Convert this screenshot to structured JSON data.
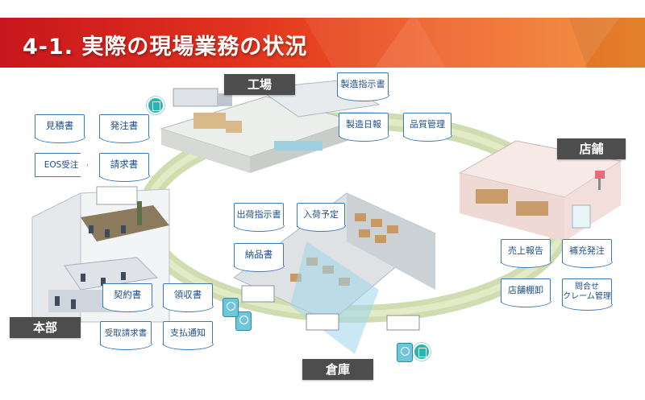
{
  "title": "4-1. 実際の現場業務の状況",
  "locations": {
    "factory": "工場",
    "store": "店舗",
    "headquarters": "本部",
    "warehouse": "倉庫"
  },
  "documents": {
    "estimate": "見積書",
    "purchase_order": "発注書",
    "eos_order": "EOS受注",
    "invoice": "請求書",
    "contract": "契約書",
    "receipt": "領収書",
    "received_invoice": "受取請求書",
    "payment_notice": "支払通知",
    "shipping_instruction": "出荷指示書",
    "arrival_schedule": "入荷予定",
    "delivery_note": "納品書",
    "manufacturing_instruction": "製造指示書",
    "manufacturing_report": "製造日報",
    "quality_control": "品質管理",
    "sales_report": "売上報告",
    "replenishment_order": "補充発注",
    "store_inventory": "店舗棚卸",
    "inquiry_line1": "問合せ",
    "inquiry_line2": "クレーム管理"
  },
  "colors": {
    "banner_start": "#c8161d",
    "banner_end": "#f28a2e",
    "flow_ring": "#c9d7a3",
    "doc_border": "#3a7ab8",
    "doc_text": "#1d4f86",
    "label_bg": "#4d4d4d"
  }
}
